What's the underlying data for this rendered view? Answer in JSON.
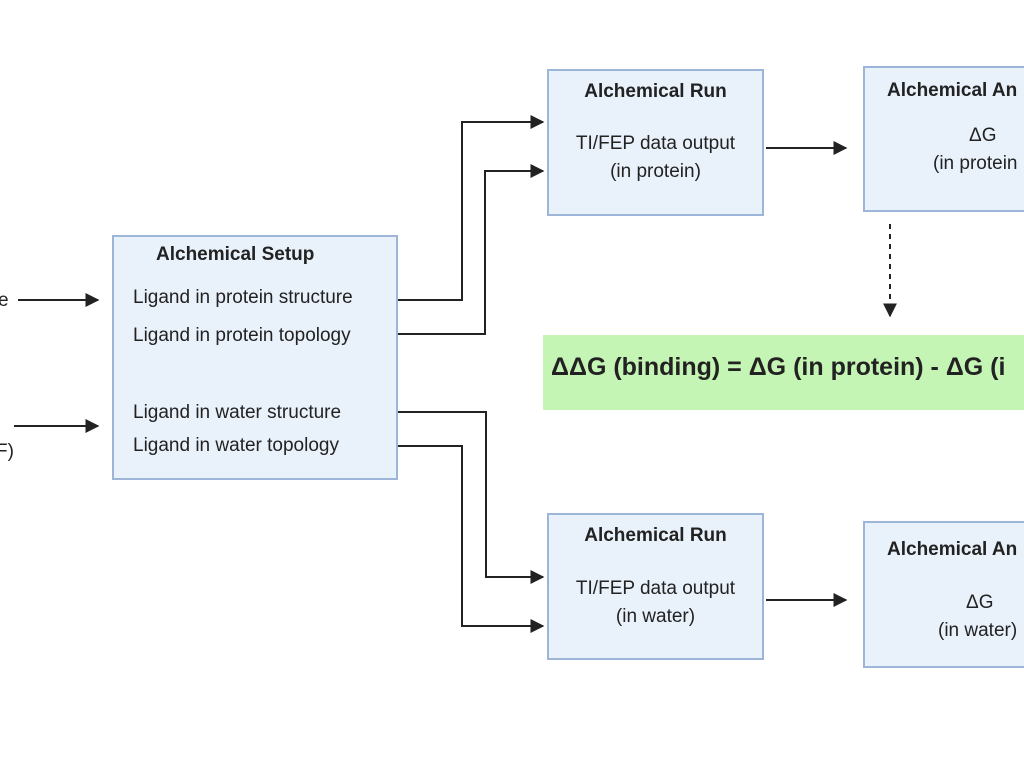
{
  "input_labels": {
    "top_fragment": "e",
    "bottom_fragment_1": ":",
    "bottom_fragment_2": "F)"
  },
  "setup": {
    "title": "Alchemical Setup",
    "lines": [
      "Ligand in protein structure",
      "Ligand in protein topology",
      "Ligand in water structure",
      "Ligand in water topology"
    ]
  },
  "run_protein": {
    "title": "Alchemical Run",
    "line1": "TI/FEP data output",
    "line2": "(in protein)"
  },
  "run_water": {
    "title": "Alchemical Run",
    "line1": "TI/FEP data output",
    "line2": "(in water)"
  },
  "analysis_protein": {
    "title": "Alchemical An",
    "line1": "ΔG",
    "line2": "(in protein"
  },
  "analysis_water": {
    "title": "Alchemical An",
    "line1": "ΔG",
    "line2": "(in water)"
  },
  "result": {
    "equation": "ΔΔG (binding) = ΔG (in protein) - ΔG (i"
  },
  "colors": {
    "box_fill": "#e9f1fb",
    "box_border": "#9db5d6",
    "result_fill": "#c5f5b5",
    "arrow": "#222222"
  }
}
